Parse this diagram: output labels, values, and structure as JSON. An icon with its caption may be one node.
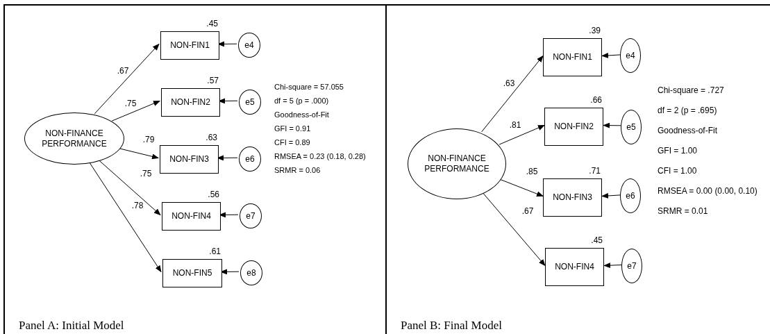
{
  "diagram": {
    "nodes": [
      {
        "text": [
          "Chi-square = 57.055",
          "df = 5 (p = .000)",
          "Goodness-of-Fit",
          "GFI = 0.91",
          "CFI = 0.89",
          "RMSEA = 0.23 (0.18, 0.28)",
          "SRMR = 0.06",
          "Panel A: Initial Model"
        ]
      },
      {
        "text": [
          "NON-FINANCE PERFORMANCE"
        ],
        "in": 0
      },
      {
        "text": [
          "NON-FIN1"
        ],
        "in": 0,
        "beside": [
          ".45"
        ]
      },
      {
        "text": [
          "NON-FIN2"
        ],
        "in": 0,
        "beside": [
          ".57"
        ]
      },
      {
        "text": [
          "NON-FIN3"
        ],
        "in": 0,
        "beside": [
          ".63"
        ]
      },
      {
        "text": [
          "NON-FIN4"
        ],
        "in": 0,
        "beside": [
          ".56"
        ]
      },
      {
        "text": [
          "NON-FIN5"
        ],
        "in": 0,
        "beside": [
          ".61"
        ]
      },
      {
        "text": [
          "e4"
        ],
        "in": 0
      },
      {
        "text": [
          "e5"
        ],
        "in": 0
      },
      {
        "text": [
          "e6"
        ],
        "in": 0
      },
      {
        "text": [
          "e7"
        ],
        "in": 0
      },
      {
        "text": [
          "e8"
        ],
        "in": 0
      },
      {
        "text": [
          "Chi-square = .727",
          "df = 2 (p = .695)",
          "Goodness-of-Fit",
          "GFI = 1.00",
          "CFI = 1.00",
          "RMSEA = 0.00 (0.00, 0.10)",
          "SRMR = 0.01",
          "Panel B: Final Model"
        ]
      },
      {
        "text": [
          "NON-FINANCE PERFORMANCE"
        ],
        "in": 12
      },
      {
        "text": [
          "NON-FIN1"
        ],
        "in": 12,
        "beside": [
          ".39"
        ]
      },
      {
        "text": [
          "NON-FIN2"
        ],
        "in": 12,
        "beside": [
          ".66"
        ]
      },
      {
        "text": [
          "NON-FIN3"
        ],
        "in": 12,
        "beside": [
          ".71"
        ]
      },
      {
        "text": [
          "NON-FIN4"
        ],
        "in": 12,
        "beside": [
          ".45"
        ]
      },
      {
        "text": [
          "e4"
        ],
        "in": 12
      },
      {
        "text": [
          "e5"
        ],
        "in": 12
      },
      {
        "text": [
          "e6"
        ],
        "in": 12
      },
      {
        "text": [
          "e7"
        ],
        "in": 12
      }
    ],
    "edges": [
      {
        "from": 1,
        "to": 2,
        "arrow": "to",
        "label": ".67"
      },
      {
        "from": 1,
        "to": 3,
        "arrow": "to",
        "label": ".75"
      },
      {
        "from": 1,
        "to": 4,
        "arrow": "to",
        "label": ".79"
      },
      {
        "from": 1,
        "to": 5,
        "arrow": "to",
        "label": ".75"
      },
      {
        "from": 1,
        "to": 6,
        "arrow": "to",
        "label": ".78"
      },
      {
        "from": 7,
        "to": 2,
        "arrow": "to"
      },
      {
        "from": 8,
        "to": 3,
        "arrow": "to"
      },
      {
        "from": 9,
        "to": 4,
        "arrow": "to"
      },
      {
        "from": 10,
        "to": 5,
        "arrow": "to"
      },
      {
        "from": 11,
        "to": 6,
        "arrow": "to"
      },
      {
        "from": 13,
        "to": 14,
        "arrow": "to",
        "label": ".63"
      },
      {
        "from": 13,
        "to": 15,
        "arrow": "to",
        "label": ".81"
      },
      {
        "from": 13,
        "to": 16,
        "arrow": "to",
        "label": ".85"
      },
      {
        "from": 13,
        "to": 17,
        "arrow": "to",
        "label": ".67"
      },
      {
        "from": 18,
        "to": 14,
        "arrow": "to"
      },
      {
        "from": 19,
        "to": 15,
        "arrow": "to"
      },
      {
        "from": 20,
        "to": 16,
        "arrow": "to"
      },
      {
        "from": 21,
        "to": 17,
        "arrow": "to"
      }
    ]
  }
}
